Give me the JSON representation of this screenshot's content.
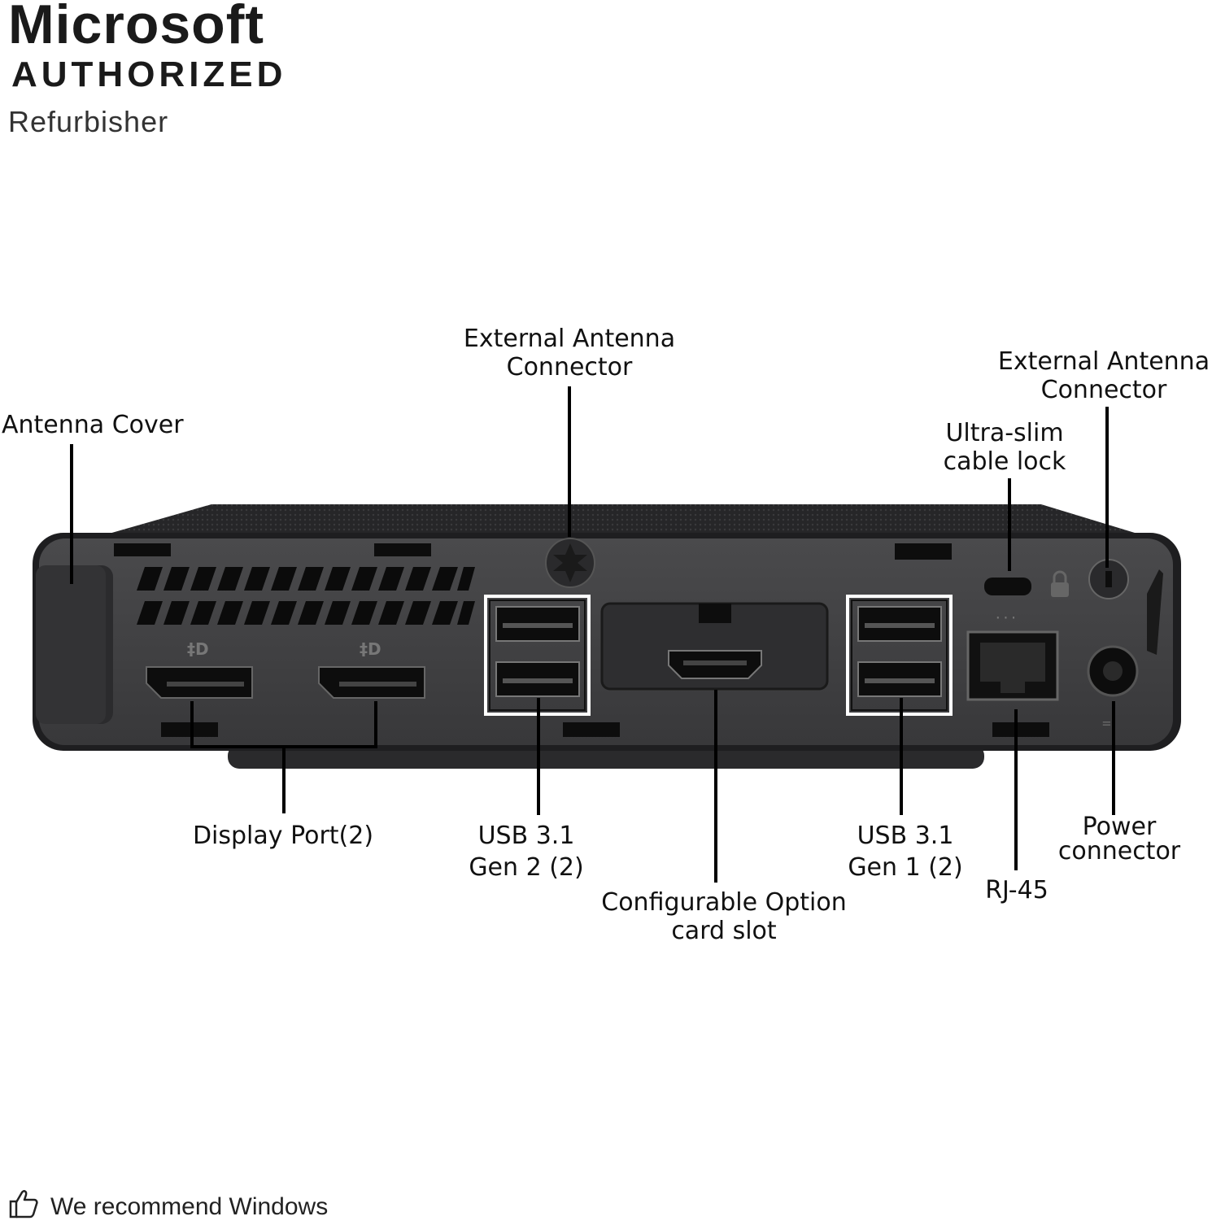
{
  "badge": {
    "line1": "Microsoft",
    "line2": "AUTHORIZED",
    "line3": "Refurbisher"
  },
  "callouts": {
    "antenna_cover": "Antenna Cover",
    "ext_antenna_top_1": "External Antenna",
    "ext_antenna_top_2": "Connector",
    "ext_antenna_right_1": "External Antenna",
    "ext_antenna_right_2": "Connector",
    "cable_lock_1": "Ultra-slim",
    "cable_lock_2": "cable lock",
    "display_port": "Display Port(2)",
    "usb_gen2_1": "USB 3.1",
    "usb_gen2_2": "Gen 2 (2)",
    "option_slot_1": "Configurable Option",
    "option_slot_2": "card slot",
    "usb_gen1_1": "USB 3.1",
    "usb_gen1_2": "Gen 1 (2)",
    "rj45": "RJ-45",
    "power_1": "Power",
    "power_2": "connector"
  },
  "footer": {
    "text": "We recommend Windows",
    "icon": "thumbs-up-icon"
  },
  "colors": {
    "chassis": "#3b3b3d",
    "chassis_top": "#2a2a2c",
    "port": "#0d0d0d",
    "callout_line": "#000000"
  }
}
